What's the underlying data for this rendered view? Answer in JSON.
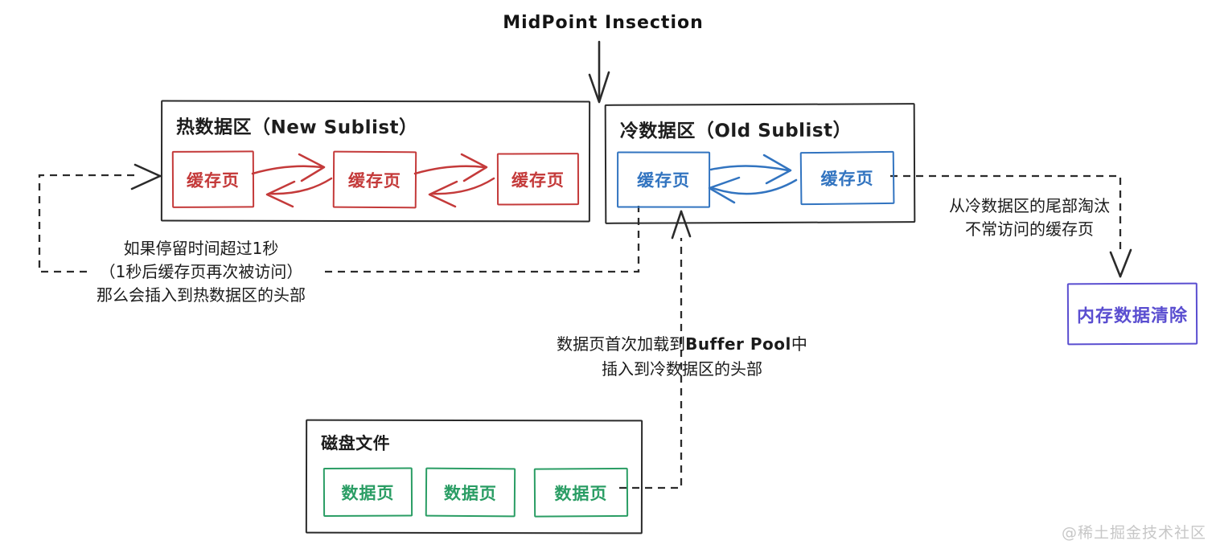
{
  "colors": {
    "accent_red": "#c43a3a",
    "accent_blue": "#3274c0",
    "accent_green": "#2a9d64",
    "accent_purple": "#5a4ed0",
    "line_black": "#2b2b2b",
    "watermark_gray": "#c7c7c7"
  },
  "midpoint_label": "MidPoint Insection",
  "hot_area": {
    "title_zh": "热数据区",
    "title_en": "（New Sublist）",
    "pages": [
      "缓存页",
      "缓存页",
      "缓存页"
    ]
  },
  "cold_area": {
    "title_zh": "冷数据区",
    "title_en": "（Old Sublist）",
    "pages": [
      "缓存页",
      "缓存页"
    ]
  },
  "disk_area": {
    "title": "磁盘文件",
    "pages": [
      "数据页",
      "数据页",
      "数据页"
    ]
  },
  "eviction_box": {
    "label": "内存数据清除"
  },
  "notes": {
    "promote": {
      "line1": "如果停留时间超过1秒",
      "line2": "（1秒后缓存页再次被访问）",
      "line3": "那么会插入到热数据区的头部"
    },
    "evict": {
      "line1": "从冷数据区的尾部淘汰",
      "line2": "不常访问的缓存页"
    },
    "load": {
      "line1_pre": "数据页首次加载到",
      "line1_en": "Buffer Pool",
      "line1_post": "中",
      "line2": "插入到冷数据区的头部"
    }
  },
  "watermark": "@稀土掘金技术社区"
}
